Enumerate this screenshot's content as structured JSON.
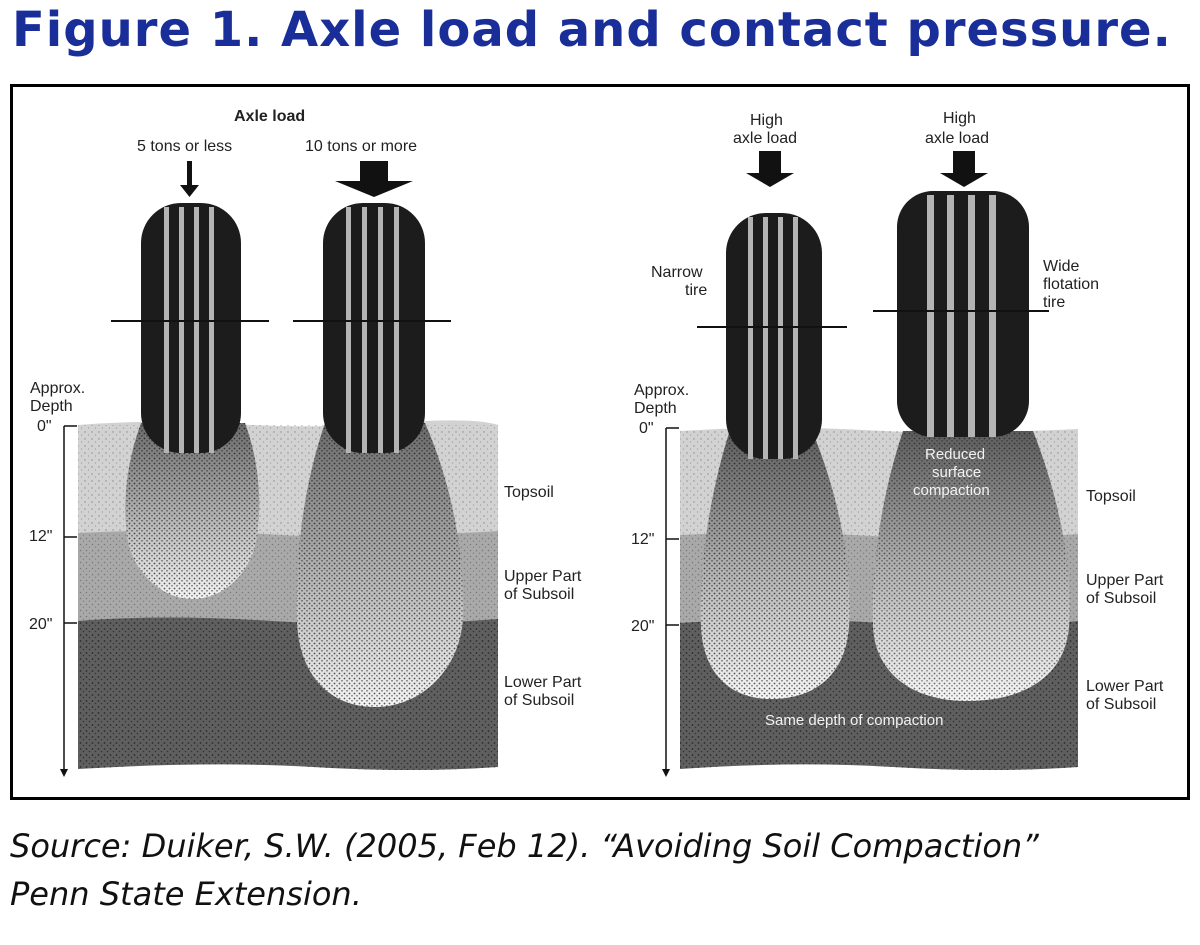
{
  "title": "Figure 1. Axle load and contact pressure.",
  "source": {
    "line1": "Source: Duiker, S.W. (2005, Feb 12). “Avoiding Soil Compaction”",
    "line2": "Penn State Extension."
  },
  "colors": {
    "title": "#1a2e9a",
    "topsoil": "#d2d2d2",
    "upper_subsoil": "#a9a9a9",
    "lower_subsoil": "#5f5f5f",
    "tire": "#1c1c1c",
    "tread": "#b4b4b4"
  },
  "left_panel": {
    "heading": "Axle load",
    "tire_small_label": "5 tons or less",
    "tire_large_label": "10 tons or more",
    "depth_label_1": "Approx.",
    "depth_label_2": "Depth",
    "depth_0": "0\"",
    "depth_12": "12\"",
    "depth_20": "20\"",
    "layer_topsoil": "Topsoil",
    "layer_upper_1": "Upper Part",
    "layer_upper_2": "of Subsoil",
    "layer_lower_1": "Lower Part",
    "layer_lower_2": "of Subsoil"
  },
  "right_panel": {
    "load_left_1": "High",
    "load_left_2": "axle load",
    "load_right_1": "High",
    "load_right_2": "axle load",
    "narrow_1": "Narrow",
    "narrow_2": "tire",
    "wide_1": "Wide",
    "wide_2": "flotation",
    "wide_3": "tire",
    "depth_label_1": "Approx.",
    "depth_label_2": "Depth",
    "depth_0": "0\"",
    "depth_12": "12\"",
    "depth_20": "20\"",
    "reduced_1": "Reduced",
    "reduced_2": "surface",
    "reduced_3": "compaction",
    "same_depth": "Same depth of compaction",
    "layer_topsoil": "Topsoil",
    "layer_upper_1": "Upper Part",
    "layer_upper_2": "of Subsoil",
    "layer_lower_1": "Lower Part",
    "layer_lower_2": "of Subsoil"
  }
}
